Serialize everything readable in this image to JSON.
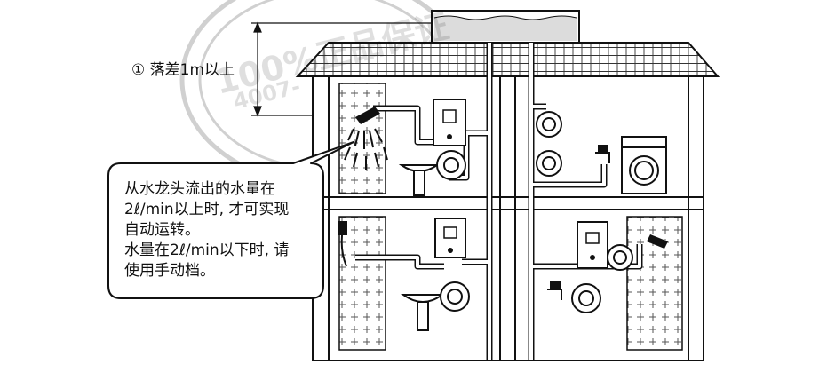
{
  "annotation": {
    "marker": "①",
    "height_text": "落差1m以上"
  },
  "callout": {
    "lines": [
      "从水龙头流出的水量在",
      "2ℓ/min以上时, 才可实现",
      "自动运转。",
      "水量在2ℓ/min以下时, 请",
      "使用手动档。"
    ]
  },
  "watermark": {
    "line1": "100%正品保证",
    "line2": "4007-"
  },
  "colors": {
    "line": "#111111",
    "wall": "#f3f3f3",
    "water": "#dcdcdc"
  }
}
